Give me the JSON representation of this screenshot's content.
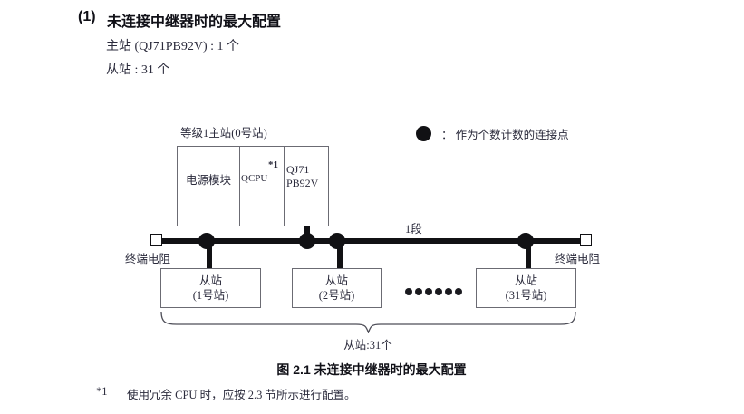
{
  "heading": {
    "number": "(1)",
    "title": "未连接中继器时的最大配置",
    "line1": "主站 (QJ71PB92V) : 1 个",
    "line2": "从站 : 31 个"
  },
  "legend": {
    "marker_icon": "filled-circle-icon",
    "text": "： 作为个数计数的连接点"
  },
  "diagram": {
    "master": {
      "title": "等级1主站(0号站)",
      "slots": [
        {
          "label": "电源模块"
        },
        {
          "label": "QCPU",
          "footnote_marker": "*1"
        },
        {
          "label_line1": "QJ71",
          "label_line2": "PB92V"
        }
      ]
    },
    "bus": {
      "segment_label": "1段",
      "terminator_left": "终端电阻",
      "terminator_right": "终端电阻",
      "connection_points": 4
    },
    "slaves": [
      {
        "line1": "从站",
        "line2": "(1号站)"
      },
      {
        "line1": "从站",
        "line2": "(2号站)"
      },
      {
        "line1": "从站",
        "line2": "(31号站)"
      }
    ],
    "ellipsis_dots": 6,
    "bracket_label": "从站:31个"
  },
  "figure_caption": "图 2.1  未连接中继器时的最大配置",
  "footnote": {
    "marker": "*1",
    "text": "使用冗余 CPU 时，应按 2.3 节所示进行配置。"
  },
  "colors": {
    "ink": "#23232e",
    "line": "#111114",
    "box_border": "#6b6b73",
    "background": "#ffffff"
  }
}
